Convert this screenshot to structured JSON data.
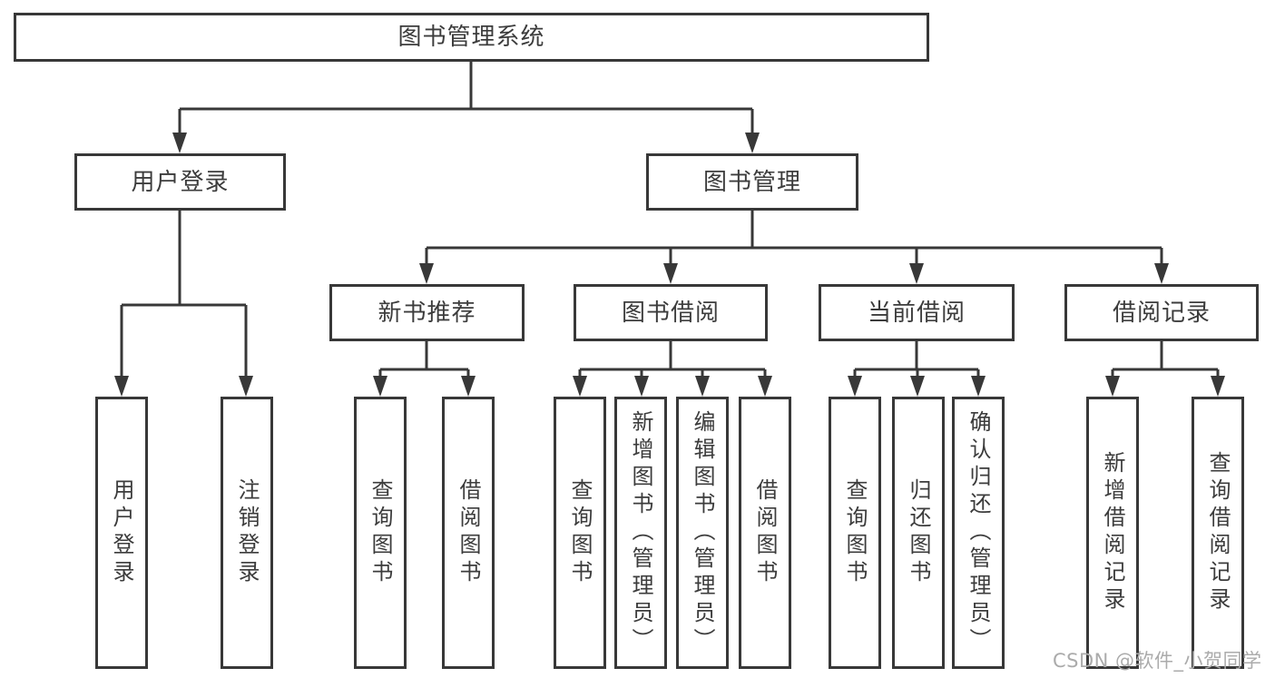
{
  "tree": {
    "label": "图书管理系统",
    "children": [
      {
        "label": "用户登录",
        "children": [
          {
            "label": "用户登录"
          },
          {
            "label": "注销登录"
          }
        ]
      },
      {
        "label": "图书管理",
        "children": [
          {
            "label": "新书推荐",
            "children": [
              {
                "label": "查询图书"
              },
              {
                "label": "借阅图书"
              }
            ]
          },
          {
            "label": "图书借阅",
            "children": [
              {
                "label": "查询图书"
              },
              {
                "label": "新增图书（管理员）"
              },
              {
                "label": "编辑图书（管理员）"
              },
              {
                "label": "借阅图书"
              }
            ]
          },
          {
            "label": "当前借阅",
            "children": [
              {
                "label": "查询图书"
              },
              {
                "label": "归还图书"
              },
              {
                "label": "确认归还（管理员）"
              }
            ]
          },
          {
            "label": "借阅记录",
            "children": [
              {
                "label": "新增借阅记录"
              },
              {
                "label": "查询借阅记录"
              }
            ]
          }
        ]
      }
    ]
  },
  "watermark": "CSDN @软件_小贺同学",
  "colors": {
    "line": "#383838",
    "text": "#3c3c3c",
    "watermark": "#ababab"
  }
}
